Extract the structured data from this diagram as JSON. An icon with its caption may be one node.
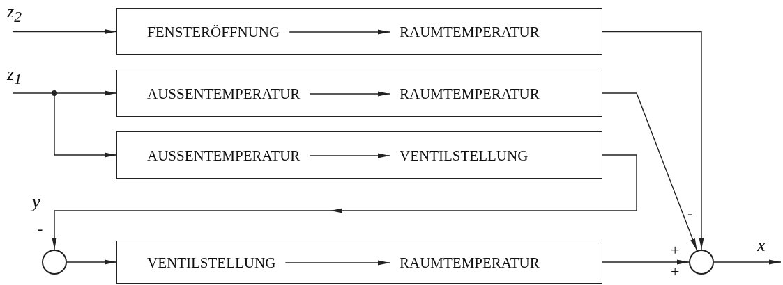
{
  "diagram": {
    "nodes": [
      {
        "text": [],
        "shape": "box"
      },
      {
        "text": [
          "FENSTERÖFFNUNG"
        ],
        "in": 0
      },
      {
        "text": [
          "RAUMTEMPERATUR"
        ],
        "in": 0
      },
      {
        "text": [],
        "shape": "box"
      },
      {
        "text": [
          "AUSSENTEMPERATUR"
        ],
        "in": 3
      },
      {
        "text": [
          "RAUMTEMPERATUR"
        ],
        "in": 3
      },
      {
        "text": [],
        "shape": "box"
      },
      {
        "text": [
          "AUSSENTEMPERATUR"
        ],
        "in": 6
      },
      {
        "text": [
          "VENTILSTELLUNG"
        ],
        "in": 6
      },
      {
        "text": [],
        "shape": "circle"
      },
      {
        "text": [],
        "shape": "box"
      },
      {
        "text": [
          "VENTILSTELLUNG"
        ],
        "in": 10
      },
      {
        "text": [
          "RAUMTEMPERATUR"
        ],
        "in": 10
      },
      {
        "text": [],
        "shape": "circle"
      }
    ],
    "edges": [
      {
        "from": null,
        "to": 0,
        "arrow": "to"
      },
      {
        "from": null,
        "to": 3,
        "arrow": "to"
      },
      {
        "from": null,
        "to": 6,
        "arrow": "to"
      },
      {
        "from": 1,
        "to": 2,
        "arrow": "to"
      },
      {
        "from": 4,
        "to": 5,
        "arrow": "to"
      },
      {
        "from": 7,
        "to": 8,
        "arrow": "to"
      },
      {
        "from": 11,
        "to": 12,
        "arrow": "to"
      },
      {
        "from": 6,
        "to": 9,
        "arrow": "to"
      },
      {
        "from": 9,
        "to": 10,
        "arrow": "to"
      },
      {
        "from": 0,
        "to": 13,
        "arrow": "to"
      },
      {
        "from": 3,
        "to": 13,
        "arrow": "to"
      },
      {
        "from": 10,
        "to": 13,
        "arrow": "to"
      },
      {
        "from": 13,
        "to": null,
        "arrow": "to"
      }
    ],
    "labels": [
      "z$_{2}$",
      "z$_{1}$",
      "y",
      "-",
      "-",
      "x",
      "+",
      "+"
    ]
  }
}
